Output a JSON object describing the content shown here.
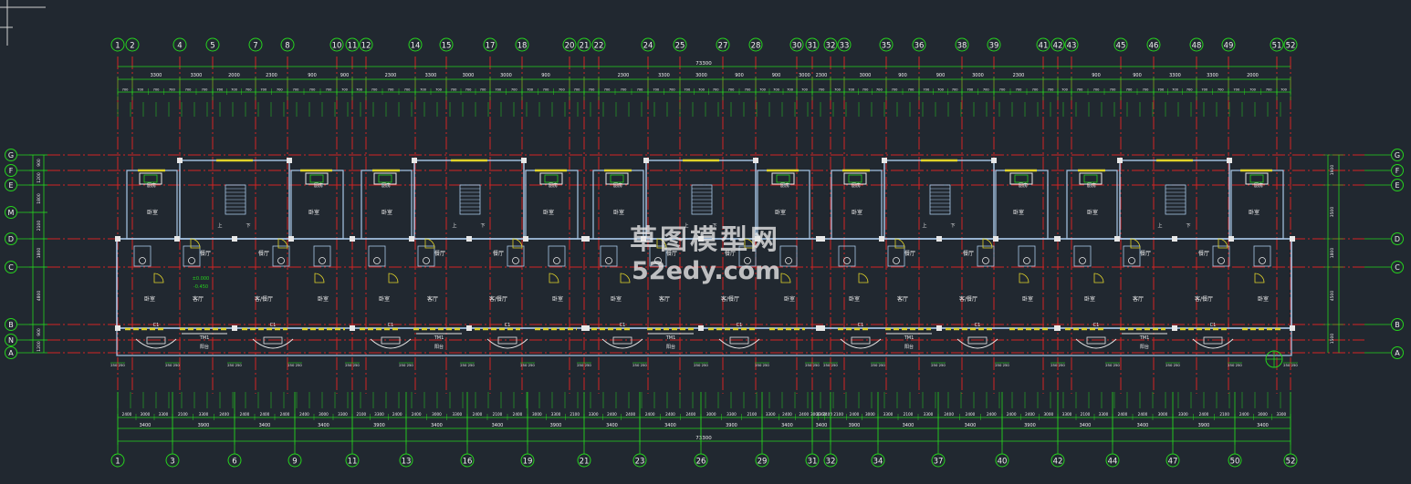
{
  "app": {
    "title": "CAD floor plan"
  },
  "axes": {
    "top": [
      "1",
      "2",
      "4",
      "5",
      "7",
      "8",
      "10",
      "11",
      "12",
      "14",
      "15",
      "17",
      "18",
      "20",
      "21",
      "22",
      "24",
      "25",
      "27",
      "28",
      "30",
      "31",
      "32",
      "33",
      "35",
      "36",
      "38",
      "39",
      "41",
      "42",
      "43",
      "45",
      "46",
      "48",
      "49",
      "51",
      "52"
    ],
    "bottom": [
      "1",
      "3",
      "6",
      "9",
      "11",
      "13",
      "16",
      "19",
      "21",
      "23",
      "26",
      "29",
      "31",
      "32",
      "34",
      "37",
      "40",
      "42",
      "44",
      "47",
      "50",
      "52"
    ],
    "left": [
      "G",
      "F",
      "E",
      "M",
      "D",
      "C",
      "B",
      "N",
      "A"
    ],
    "right": [
      "G",
      "F",
      "E",
      "D",
      "C",
      "B",
      "A"
    ]
  },
  "dimensions": {
    "overall": "73300",
    "overall_bottom": "73300",
    "top_chain": [
      "900",
      "3300",
      "3300",
      "2000",
      "2300",
      "900",
      "900",
      "3000",
      "2300",
      "3300",
      "3000",
      "3000",
      "900",
      "900",
      "3000",
      "2300",
      "3300",
      "3000",
      "900",
      "900",
      "3000",
      "2300",
      "3300",
      "3000",
      "900",
      "900",
      "3000",
      "2300",
      "3300",
      "3000",
      "900"
    ],
    "bottom_row1": [
      "2400",
      "3000",
      "3300",
      "2100",
      "3300",
      "2400",
      "2400",
      "2400",
      "2400",
      "2400",
      "3000",
      "3300",
      "2100",
      "3300",
      "2400",
      "2400",
      "3000",
      "3300",
      "2400",
      "2100"
    ],
    "bottom_row2": [
      "3400",
      "3900",
      "3400",
      "3400",
      "3900",
      "3400",
      "3400",
      "3900",
      "3400",
      "3400",
      "3900",
      "3400",
      "3400",
      "3900",
      "3400",
      "3400",
      "3900",
      "3400"
    ],
    "left": [
      "900",
      "1200",
      "1800",
      "2100",
      "1800",
      "4800",
      "900",
      "1200"
    ],
    "right": [
      "1900",
      "3500",
      "1800",
      "4500",
      "1500"
    ]
  },
  "room_labels": {
    "living": "客厅",
    "dining": "餐厅",
    "bedroom": "卧室",
    "kitchen": "厨房",
    "balcony": "阳台",
    "stair_up": "上",
    "stair_down": "下",
    "living_dining": "客/餐厅",
    "window_c1": "C1",
    "door_tm1": "TM1"
  },
  "annotations": {
    "level": "±0.000",
    "level2": "-0.450"
  },
  "watermark": {
    "cn": "草图模型网",
    "url": "52edy.com"
  },
  "colors": {
    "background": "#212830",
    "axis_red": "#d42323",
    "dim_green": "#26d21e",
    "wall": "#a9c8e8",
    "fixture": "#e8e8e8",
    "yellow": "#e0d32a",
    "text": "#f0f0f0"
  }
}
